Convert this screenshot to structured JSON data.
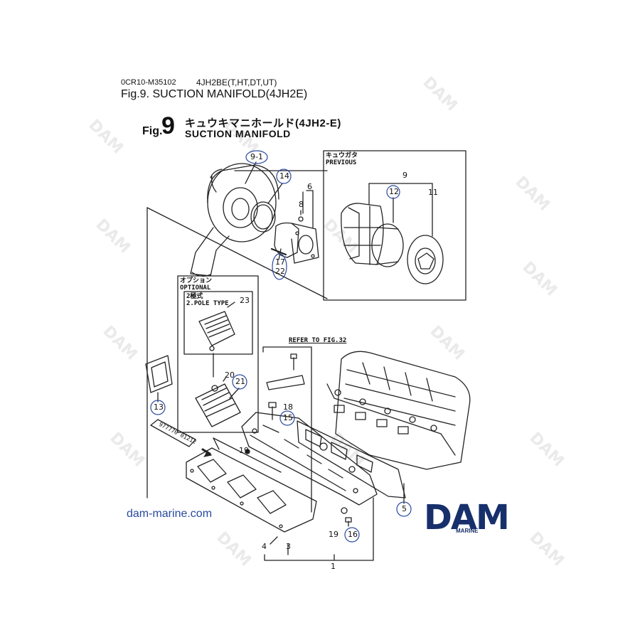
{
  "header": {
    "code": "0CR10-M35102",
    "model": "4JH2BE(T,HT,DT,UT)",
    "figure": "Fig.9.  SUCTION MANIFOLD(4JH2E)"
  },
  "figure_title": {
    "fig_word": "Fig.",
    "fig_num": "9",
    "japanese": "キュウキマニホールド(4JH2-E)",
    "english": "SUCTION MANIFOLD"
  },
  "boxes": {
    "previous": {
      "jp": "キュウガタ",
      "en": "PREVIOUS"
    },
    "optional": {
      "jp": "オプション",
      "en": "OPTIONAL"
    },
    "two_pole": {
      "jp": "2極式",
      "en": "2.POLE TYPE"
    }
  },
  "refer_note": "REFER TO FIG.32",
  "part_label_text": "977770 01212",
  "callouts": {
    "circled": [
      "9-1",
      "14",
      "12",
      "17",
      "22",
      "21",
      "15",
      "13",
      "5",
      "16"
    ],
    "plain": [
      "6",
      "8",
      "9",
      "11",
      "23",
      "20",
      "18",
      "19",
      "19",
      "4",
      "3",
      "1"
    ]
  },
  "branding": {
    "site": "dam-marine.com",
    "logo": "DAM",
    "logo_sub": "MARINE",
    "watermark": "DAM"
  },
  "colors": {
    "callout_ring": "#2a4aa0",
    "logo": "#17306b",
    "line": "#222222"
  }
}
